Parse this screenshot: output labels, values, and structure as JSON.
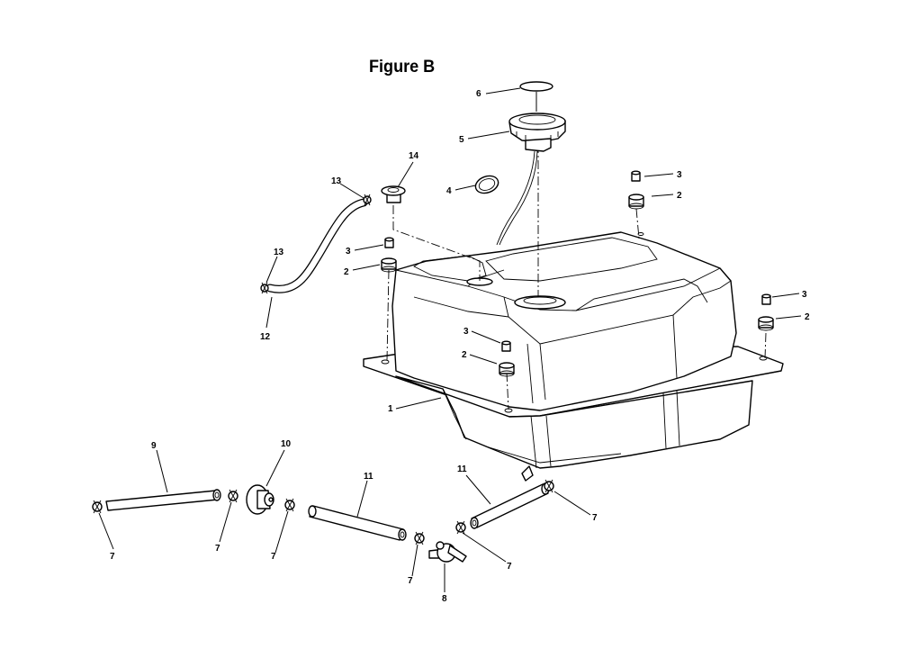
{
  "figure": {
    "title": "Figure B"
  },
  "callouts": {
    "c1": "1",
    "c2a": "2",
    "c2b": "2",
    "c2c": "2",
    "c2d": "2",
    "c3a": "3",
    "c3b": "3",
    "c3c": "3",
    "c3d": "3",
    "c4": "4",
    "c5": "5",
    "c6": "6",
    "c7a": "7",
    "c7b": "7",
    "c7c": "7",
    "c7d": "7",
    "c7e": "7",
    "c7f": "7",
    "c8": "8",
    "c9": "9",
    "c10": "10",
    "c11a": "11",
    "c11b": "11",
    "c12": "12",
    "c13a": "13",
    "c13b": "13",
    "c14": "14"
  }
}
